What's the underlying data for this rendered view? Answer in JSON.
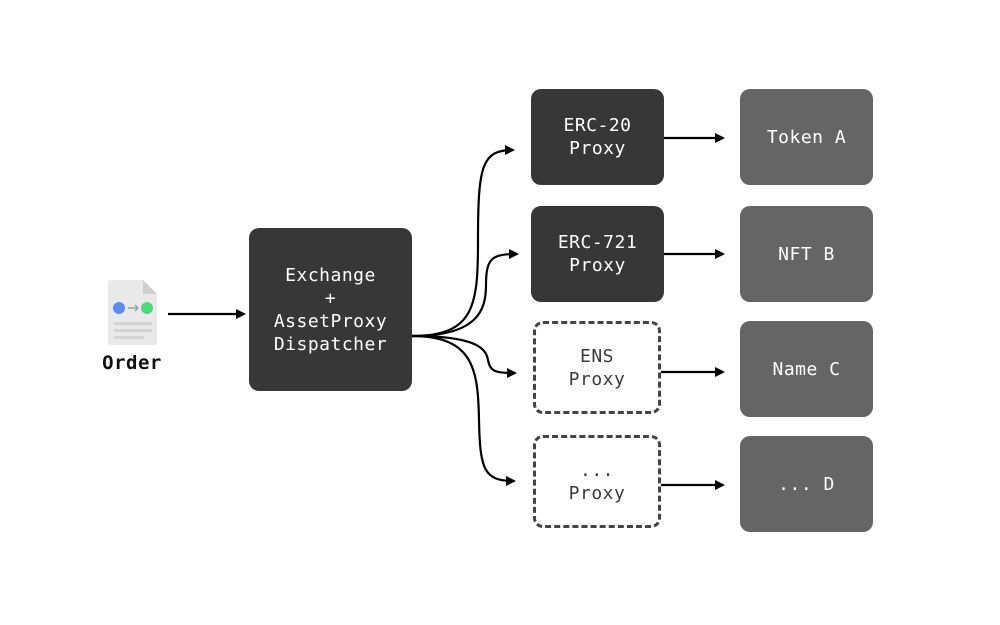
{
  "order": {
    "label": "Order",
    "icon": "document-icon",
    "icon_colors": {
      "left_dot": "#5b8def",
      "right_dot": "#4cd97b",
      "page": "#e9e9e9",
      "fold": "#cfcfcf"
    }
  },
  "exchange": {
    "lines": [
      "Exchange",
      "+",
      "AssetProxy",
      "Dispatcher"
    ]
  },
  "proxies": [
    {
      "id": "erc20",
      "lines": [
        "ERC-20",
        "Proxy"
      ],
      "style": "solid"
    },
    {
      "id": "erc721",
      "lines": [
        "ERC-721",
        "Proxy"
      ],
      "style": "solid"
    },
    {
      "id": "ens",
      "lines": [
        "ENS",
        "Proxy"
      ],
      "style": "dashed"
    },
    {
      "id": "other",
      "lines": [
        "...",
        "Proxy"
      ],
      "style": "dashed"
    }
  ],
  "assets": [
    {
      "id": "tokenA",
      "label": "Token A"
    },
    {
      "id": "nftB",
      "label": "NFT B"
    },
    {
      "id": "nameC",
      "label": "Name C"
    },
    {
      "id": "assetD",
      "label": "... D"
    }
  ],
  "colors": {
    "proxy_fill": "#373737",
    "asset_fill": "#656565",
    "dashed_border": "#444444",
    "connector": "#000000"
  }
}
